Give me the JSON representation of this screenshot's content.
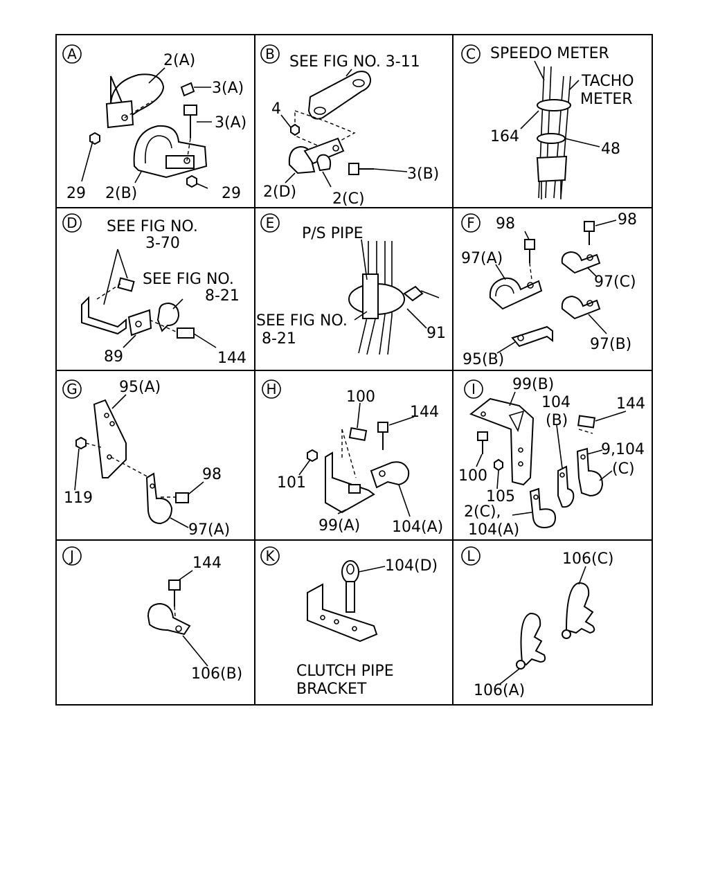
{
  "panels": [
    {
      "id": "A",
      "labels": [
        "2(A)",
        "3(A)",
        "3(A)",
        "29",
        "2(B)",
        "29"
      ]
    },
    {
      "id": "B",
      "labels": [
        "SEE FIG NO. 3-11",
        "4",
        "3(B)",
        "2(D)",
        "2(C)"
      ]
    },
    {
      "id": "C",
      "labels": [
        "SPEEDO METER",
        "TACHO",
        "METER",
        "164",
        "48"
      ]
    },
    {
      "id": "D",
      "labels": [
        "SEE FIG NO.",
        "3-70",
        "SEE FIG NO.",
        "8-21",
        "89",
        "144"
      ]
    },
    {
      "id": "E",
      "labels": [
        "P/S PIPE",
        "SEE FIG NO.",
        "8-21",
        "91"
      ]
    },
    {
      "id": "F",
      "labels": [
        "98",
        "98",
        "97(A)",
        "97(C)",
        "95(B)",
        "97(B)"
      ]
    },
    {
      "id": "G",
      "labels": [
        "95(A)",
        "119",
        "98",
        "97(A)"
      ]
    },
    {
      "id": "H",
      "labels": [
        "100",
        "144",
        "101",
        "99(A)",
        "104(A)"
      ]
    },
    {
      "id": "I",
      "labels": [
        "99(B)",
        "104",
        "(B)",
        "144",
        "9,104",
        "(C)",
        "100",
        "105",
        "2(C),",
        "104(A)"
      ]
    },
    {
      "id": "J",
      "labels": [
        "144",
        "106(B)"
      ]
    },
    {
      "id": "K",
      "labels": [
        "104(D)",
        "CLUTCH PIPE",
        "BRACKET"
      ]
    },
    {
      "id": "L",
      "labels": [
        "106(C)",
        "106(A)"
      ]
    }
  ]
}
